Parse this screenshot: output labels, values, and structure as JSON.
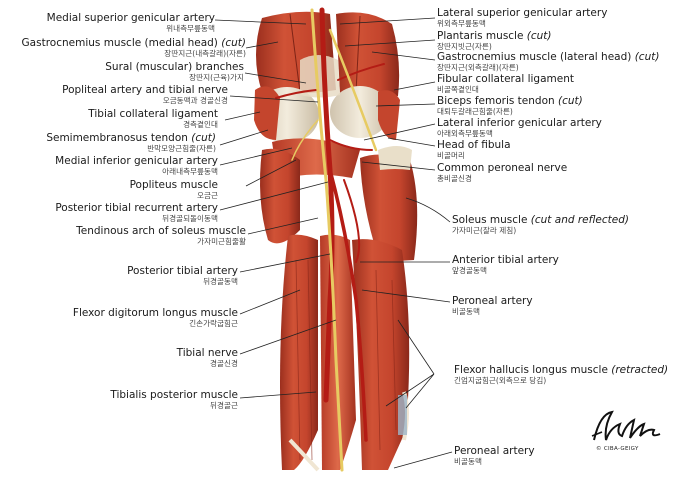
{
  "colors": {
    "muscle": "#c8452e",
    "muscle_dark": "#8e2a1c",
    "tendon": "#e8dcc8",
    "artery": "#b8201a",
    "nerve": "#e8d070",
    "leader": "#222222"
  },
  "labels": {
    "medial_superior_genicular": {
      "en": "Medial superior genicular artery",
      "ko": "위내측무릎동맥"
    },
    "gastrocnemius_medial": {
      "en": "Gastrocnemius muscle (medial head)",
      "cut": "(cut)",
      "ko": "장딴지근(내측갈래)(자른)"
    },
    "sural_branches": {
      "en": "Sural (muscular) branches",
      "ko": "장딴지(근육)가지"
    },
    "popliteal_tibial": {
      "en": "Popliteal artery and tibial nerve",
      "ko": "오금동맥과 경골신경"
    },
    "tibial_collateral": {
      "en": "Tibial collateral ligament",
      "ko": "경측곁인대"
    },
    "semimembranosus": {
      "en": "Semimembranosus tendon",
      "cut": "(cut)",
      "ko": "반막모양근힘줄(자른)"
    },
    "medial_inferior_genicular": {
      "en": "Medial inferior genicular artery",
      "ko": "아래내측무릎동맥"
    },
    "popliteus": {
      "en": "Popliteus muscle",
      "ko": "오금근"
    },
    "posterior_tibial_recurrent": {
      "en": "Posterior tibial recurrent artery",
      "ko": "뒤경골되돌이동맥"
    },
    "tendinous_arch": {
      "en": "Tendinous arch of soleus muscle",
      "ko": "가자미근힘줄활"
    },
    "posterior_tibial_artery": {
      "en": "Posterior tibial artery",
      "ko": "뒤경골동맥"
    },
    "flexor_digitorum": {
      "en": "Flexor digitorum longus muscle",
      "ko": "긴손가락굽힘근"
    },
    "tibial_nerve": {
      "en": "Tibial nerve",
      "ko": "경골신경"
    },
    "tibialis_posterior": {
      "en": "Tibialis posterior muscle",
      "ko": "뒤경골근"
    },
    "lateral_superior_genicular": {
      "en": "Lateral superior genicular artery",
      "ko": "위외측무릎동맥"
    },
    "plantaris": {
      "en": "Plantaris muscle",
      "cut": "(cut)",
      "ko": "장딴지빗근(자른)"
    },
    "gastrocnemius_lateral": {
      "en": "Gastrocnemius muscle (lateral head)",
      "cut": "(cut)",
      "ko": "장딴지근(외측갈래)(자른)"
    },
    "fibular_collateral": {
      "en": "Fibular collateral ligament",
      "ko": "비골쪽곁인대"
    },
    "biceps_femoris": {
      "en": "Biceps femoris tendon",
      "cut": "(cut)",
      "ko": "대퇴두갈래근힘줄(자른)"
    },
    "lateral_inferior_genicular": {
      "en": "Lateral inferior genicular artery",
      "ko": "아래외측무릎동맥"
    },
    "head_fibula": {
      "en": "Head of fibula",
      "ko": "비골머리"
    },
    "common_peroneal": {
      "en": "Common peroneal nerve",
      "ko": "총비골신경"
    },
    "soleus": {
      "en": "Soleus muscle",
      "cut": "(cut and reflected)",
      "ko": "가자미근(잘라 제침)"
    },
    "anterior_tibial": {
      "en": "Anterior tibial artery",
      "ko": "앞경골동맥"
    },
    "peroneal_artery": {
      "en": "Peroneal artery",
      "ko": "비골동맥"
    },
    "flexor_hallucis": {
      "en": "Flexor hallucis longus muscle",
      "cut": "(retracted)",
      "ko": "긴엄지굽힘근(외측으로 당김)"
    },
    "peroneal_artery_2": {
      "en": "Peroneal artery",
      "ko": "비골동맥"
    }
  },
  "signature": {
    "name": "F. Netter",
    "credit": "© CIBA-GEIGY"
  }
}
